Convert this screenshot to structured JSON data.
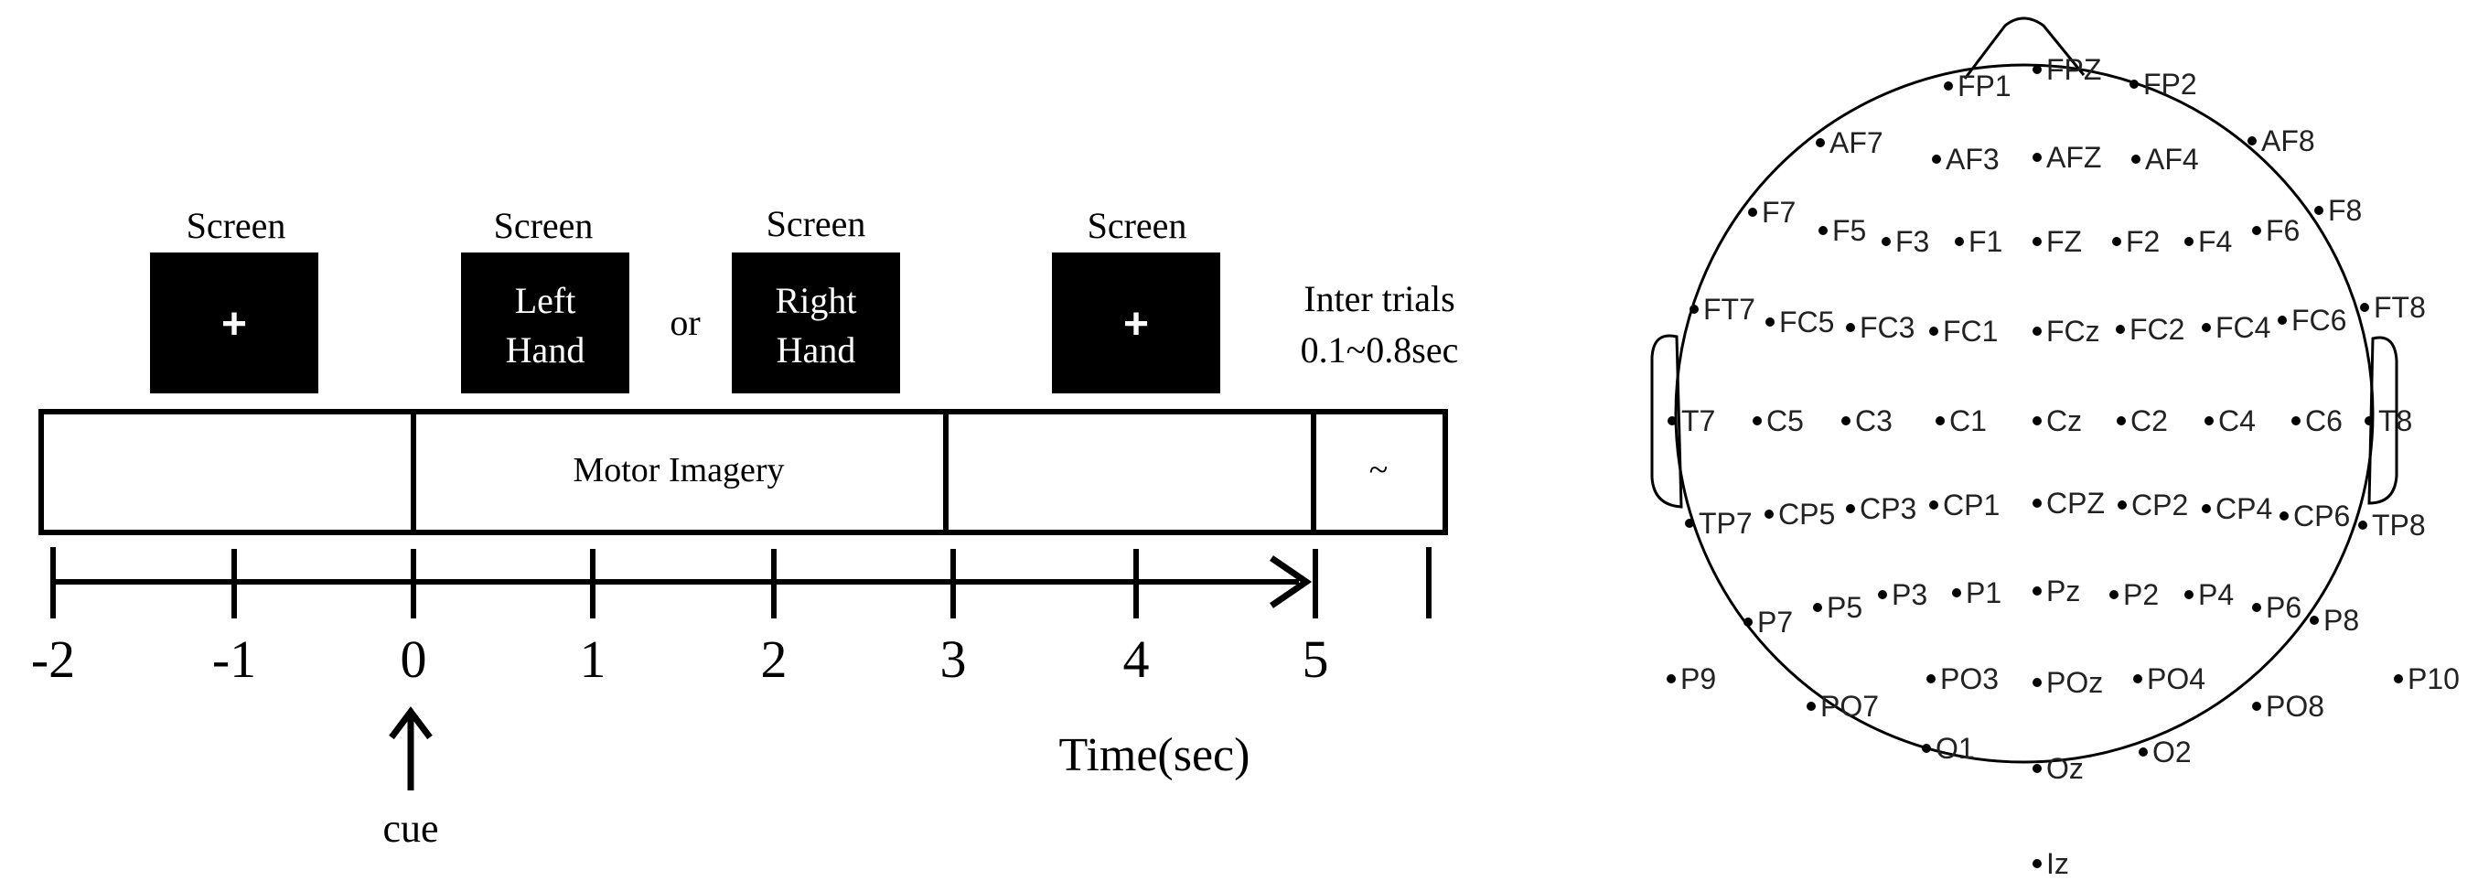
{
  "timeline": {
    "screens": [
      {
        "title": "Screen",
        "lines": [
          "+"
        ],
        "kind": "fixation"
      },
      {
        "title": "Screen",
        "lines": [
          "Left",
          "Hand"
        ],
        "kind": "cue"
      },
      {
        "title": "Screen",
        "lines": [
          "Right",
          "Hand"
        ],
        "kind": "cue"
      },
      {
        "title": "Screen",
        "lines": [
          "+"
        ],
        "kind": "fixation"
      }
    ],
    "or_label": "or",
    "inter_trials": [
      "Inter trials",
      "0.1~0.8sec"
    ],
    "phase_label": "Motor Imagery",
    "rest_symbol": "~",
    "ticks": [
      "-2",
      "-1",
      "0",
      "1",
      "2",
      "3",
      "4",
      "5"
    ],
    "axis_label": "Time(sec)",
    "cue_label": "cue"
  },
  "montage": {
    "electrodes": [
      {
        "name": "FP1"
      },
      {
        "name": "FPZ"
      },
      {
        "name": "FP2"
      },
      {
        "name": "AF7"
      },
      {
        "name": "AF3"
      },
      {
        "name": "AFZ"
      },
      {
        "name": "AF4"
      },
      {
        "name": "AF8"
      },
      {
        "name": "F7"
      },
      {
        "name": "F5"
      },
      {
        "name": "F3"
      },
      {
        "name": "F1"
      },
      {
        "name": "FZ"
      },
      {
        "name": "F2"
      },
      {
        "name": "F4"
      },
      {
        "name": "F6"
      },
      {
        "name": "F8"
      },
      {
        "name": "FT7"
      },
      {
        "name": "FC5"
      },
      {
        "name": "FC3"
      },
      {
        "name": "FC1"
      },
      {
        "name": "FCz"
      },
      {
        "name": "FC2"
      },
      {
        "name": "FC4"
      },
      {
        "name": "FC6"
      },
      {
        "name": "FT8"
      },
      {
        "name": "T7"
      },
      {
        "name": "C5"
      },
      {
        "name": "C3"
      },
      {
        "name": "C1"
      },
      {
        "name": "Cz"
      },
      {
        "name": "C2"
      },
      {
        "name": "C4"
      },
      {
        "name": "C6"
      },
      {
        "name": "T8"
      },
      {
        "name": "TP7"
      },
      {
        "name": "CP5"
      },
      {
        "name": "CP3"
      },
      {
        "name": "CP1"
      },
      {
        "name": "CPZ"
      },
      {
        "name": "CP2"
      },
      {
        "name": "CP4"
      },
      {
        "name": "CP6"
      },
      {
        "name": "TP8"
      },
      {
        "name": "P7"
      },
      {
        "name": "P5"
      },
      {
        "name": "P3"
      },
      {
        "name": "P1"
      },
      {
        "name": "Pz"
      },
      {
        "name": "P2"
      },
      {
        "name": "P4"
      },
      {
        "name": "P6"
      },
      {
        "name": "P8"
      },
      {
        "name": "P9"
      },
      {
        "name": "PO7"
      },
      {
        "name": "PO3"
      },
      {
        "name": "POz"
      },
      {
        "name": "PO4"
      },
      {
        "name": "PO8"
      },
      {
        "name": "P10"
      },
      {
        "name": "O1"
      },
      {
        "name": "Oz"
      },
      {
        "name": "O2"
      },
      {
        "name": "Iz"
      }
    ]
  }
}
